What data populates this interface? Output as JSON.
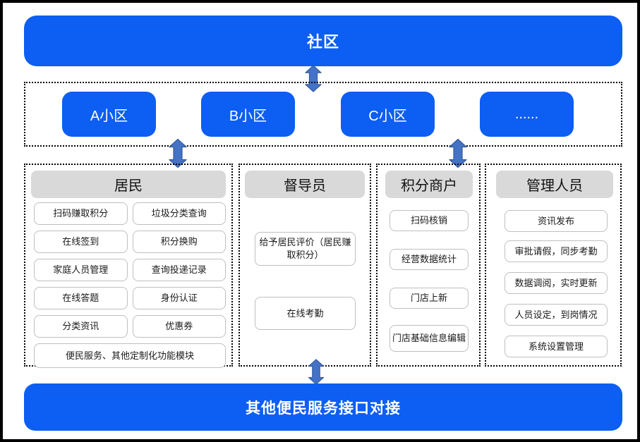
{
  "top_node": "社区",
  "districts": [
    "A小区",
    "B小区",
    "C小区",
    "......"
  ],
  "columns": [
    {
      "title": "居民",
      "items_left": [
        "扫码赚取积分",
        "在线签到",
        "家庭人员管理",
        "在线答题",
        "分类资讯"
      ],
      "items_right": [
        "垃圾分类查询",
        "积分换购",
        "查询投递记录",
        "身份认证",
        "优惠券"
      ],
      "item_full": "便民服务、其他定制化功能模块"
    },
    {
      "title": "督导员",
      "items": [
        "给予居民评价（居民赚取积分）",
        "在线考勤"
      ]
    },
    {
      "title": "积分商户",
      "items": [
        "扫码核销",
        "经营数据统计",
        "门店上新",
        "门店基础信息编辑"
      ]
    },
    {
      "title": "管理人员",
      "items": [
        "资讯发布",
        "审批请假，同步考勤",
        "数据调阅，实时更新",
        "人员设定，到岗情况",
        "系统设置管理"
      ]
    }
  ],
  "bottom_node": "其他便民服务接口对接",
  "colors": {
    "primary_blue": "#0D5EF2",
    "arrow_fill": "#4472C4",
    "arrow_stroke": "#35599E",
    "header_gray": "#D9D9D9",
    "item_border": "#BFBFBF"
  }
}
